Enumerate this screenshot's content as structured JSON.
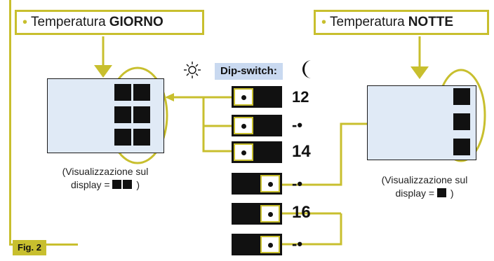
{
  "labels": {
    "day_prefix": "Temperatura",
    "day_bold": "GIORNO",
    "night_prefix": "Temperatura",
    "night_bold": "NOTTE",
    "bullet": "•"
  },
  "dip_header": "Dip-switch:",
  "dip_switches": [
    {
      "value": "12",
      "position": "left"
    },
    {
      "value": "-•",
      "position": "left"
    },
    {
      "value": "14",
      "position": "left"
    },
    {
      "value": "-•",
      "position": "right"
    },
    {
      "value": "16",
      "position": "right"
    },
    {
      "value": "-•",
      "position": "right"
    }
  ],
  "captions": {
    "day_line1": "(Visualizzazione sul",
    "day_line2_prefix": "display =",
    "day_line2_suffix": ")",
    "night_line1": "(Visualizzazione sul",
    "night_line2_prefix": "display =",
    "night_line2_suffix": ")"
  },
  "figure_label": "Fig. 2",
  "icons": {
    "day": "sun-icon",
    "night": "moon-icon"
  },
  "colors": {
    "accent": "#c8bf2e",
    "panel": "#e0eaf6",
    "dip_header_bg": "#c9d9f0",
    "dark": "#111111"
  }
}
